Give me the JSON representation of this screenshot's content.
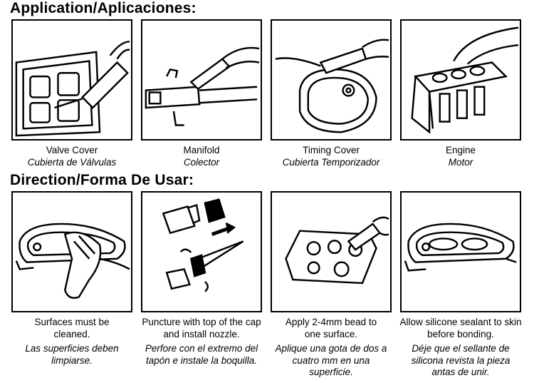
{
  "application": {
    "heading": "Application/Aplicaciones:",
    "items": [
      {
        "en": "Valve Cover",
        "es": "Cubierta de Válvulas"
      },
      {
        "en": "Manifold",
        "es": "Colector"
      },
      {
        "en": "Timing Cover",
        "es": "Cubierta Temporizador"
      },
      {
        "en": "Engine",
        "es": "Motor"
      }
    ]
  },
  "direction": {
    "heading": "Direction/Forma De Usar:",
    "items": [
      {
        "en": "Surfaces must be cleaned.",
        "es": "Las superficies deben limpiarse."
      },
      {
        "en": "Puncture with top of the cap and install nozzle.",
        "es": "Perfore con el extremo del tapón e instale la boquilla."
      },
      {
        "en": "Apply 2-4mm bead to one surface.",
        "es": "Aplique una gota de dos a cuatro mm en una superficie."
      },
      {
        "en": "Allow silicone sealant to skin before bonding.",
        "es": "Déje que el sellante de silicona revista la pieza antas de unir."
      }
    ]
  }
}
